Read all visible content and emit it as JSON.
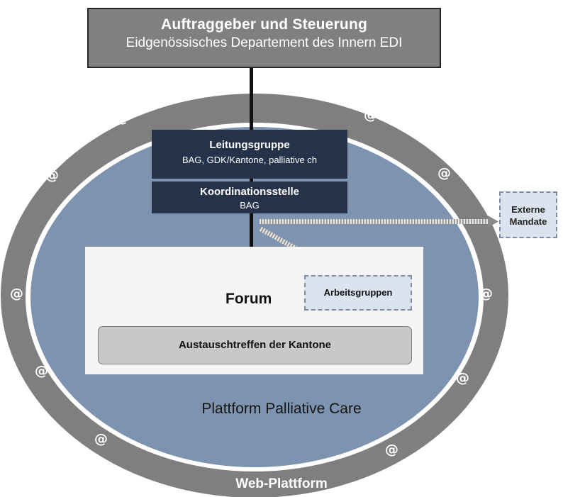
{
  "top": {
    "title": "Auftraggeber und Steuerung",
    "subtitle": "Eidgenössisches Departement des Innern EDI"
  },
  "leitung": {
    "title": "Leitungsgruppe",
    "subtitle": "BAG, GDK/Kantone, palliative ch"
  },
  "koordination": {
    "title": "Koordinationsstelle",
    "subtitle": "BAG"
  },
  "forum": {
    "title": "Forum",
    "arbeitsgruppen": "Arbeitsgruppen",
    "austausch": "Austauschtreffen der Kantone"
  },
  "external": {
    "line1": "Externe",
    "line2": "Mandate"
  },
  "platform": {
    "label": "Plattform Palliative Care"
  },
  "ring": {
    "label": "Web-Plattform",
    "symbol": "@"
  },
  "colors": {
    "ring": "#7f7f7f",
    "inner": "#7d93b0",
    "dark_box": "#25324a",
    "top_box": "#808080"
  }
}
